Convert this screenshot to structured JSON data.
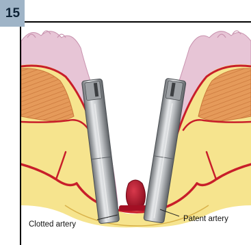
{
  "step": {
    "number": "15"
  },
  "labels": {
    "clotted_artery": "Clotted artery",
    "patent_artery": "Patent artery"
  },
  "colors": {
    "badge_background": "#9fb4c7",
    "badge_text": "#0d2236",
    "frame": "#000000",
    "mucosa": "#e7c5d6",
    "muscle": "#e59a5a",
    "fat": "#f6e48e",
    "artery": "#c81e2a",
    "clot": "#a30f24",
    "clip_metal": "#b9bcbf"
  },
  "icons": {
    "left_clip": "hemostatic-clip-icon",
    "right_clip": "hemostatic-clip-icon",
    "clot": "blood-clot-icon"
  }
}
